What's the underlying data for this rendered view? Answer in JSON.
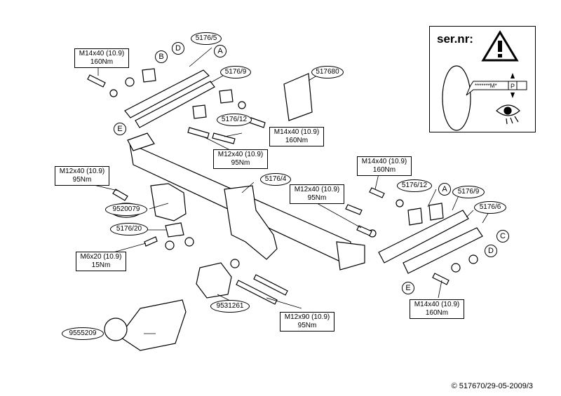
{
  "labels": {
    "bolt_m14x40_tl": {
      "spec": "M14x40 (10.9)",
      "torque": "160Nm"
    },
    "bolt_m14x40_center": {
      "spec": "M14x40 (10.9)",
      "torque": "160Nm"
    },
    "bolt_m12x40_center": {
      "spec": "M12x40 (10.9)",
      "torque": "95Nm"
    },
    "bolt_m14x40_right": {
      "spec": "M14x40 (10.9)",
      "torque": "160Nm"
    },
    "bolt_m12x40_left": {
      "spec": "M12x40 (10.9)",
      "torque": "95Nm"
    },
    "bolt_m12x40_mid": {
      "spec": "M12x40 (10.9)",
      "torque": "95Nm"
    },
    "bolt_m6x20": {
      "spec": "M6x20 (10.9)",
      "torque": "15Nm"
    },
    "bolt_m12x90": {
      "spec": "M12x90 (10.9)",
      "torque": "95Nm"
    },
    "bolt_m14x40_br": {
      "spec": "M14x40 (10.9)",
      "torque": "160Nm"
    }
  },
  "parts": {
    "p_5176_5": "5176/5",
    "p_5176_9_left": "5176/9",
    "p_517680": "517680",
    "p_5176_12_left": "5176/12",
    "p_5176_4": "5176/4",
    "p_5176_12_right": "5176/12",
    "p_5176_9_right": "5176/9",
    "p_5176_6": "5176/6",
    "p_9520079": "9520079",
    "p_5176_20": "5176/20",
    "p_9531261": "9531261",
    "p_9555209": "9555209"
  },
  "letters": {
    "a_left": "A",
    "b_left": "B",
    "d_left": "D",
    "e_left": "E",
    "a_right": "A",
    "c_right": "C",
    "d_right": "D",
    "e_right": "E"
  },
  "serial_box": {
    "title": "ser.nr:",
    "code": "*******M*",
    "p_letter": "P"
  },
  "copyright": "© 517670/29-05-2009/3"
}
